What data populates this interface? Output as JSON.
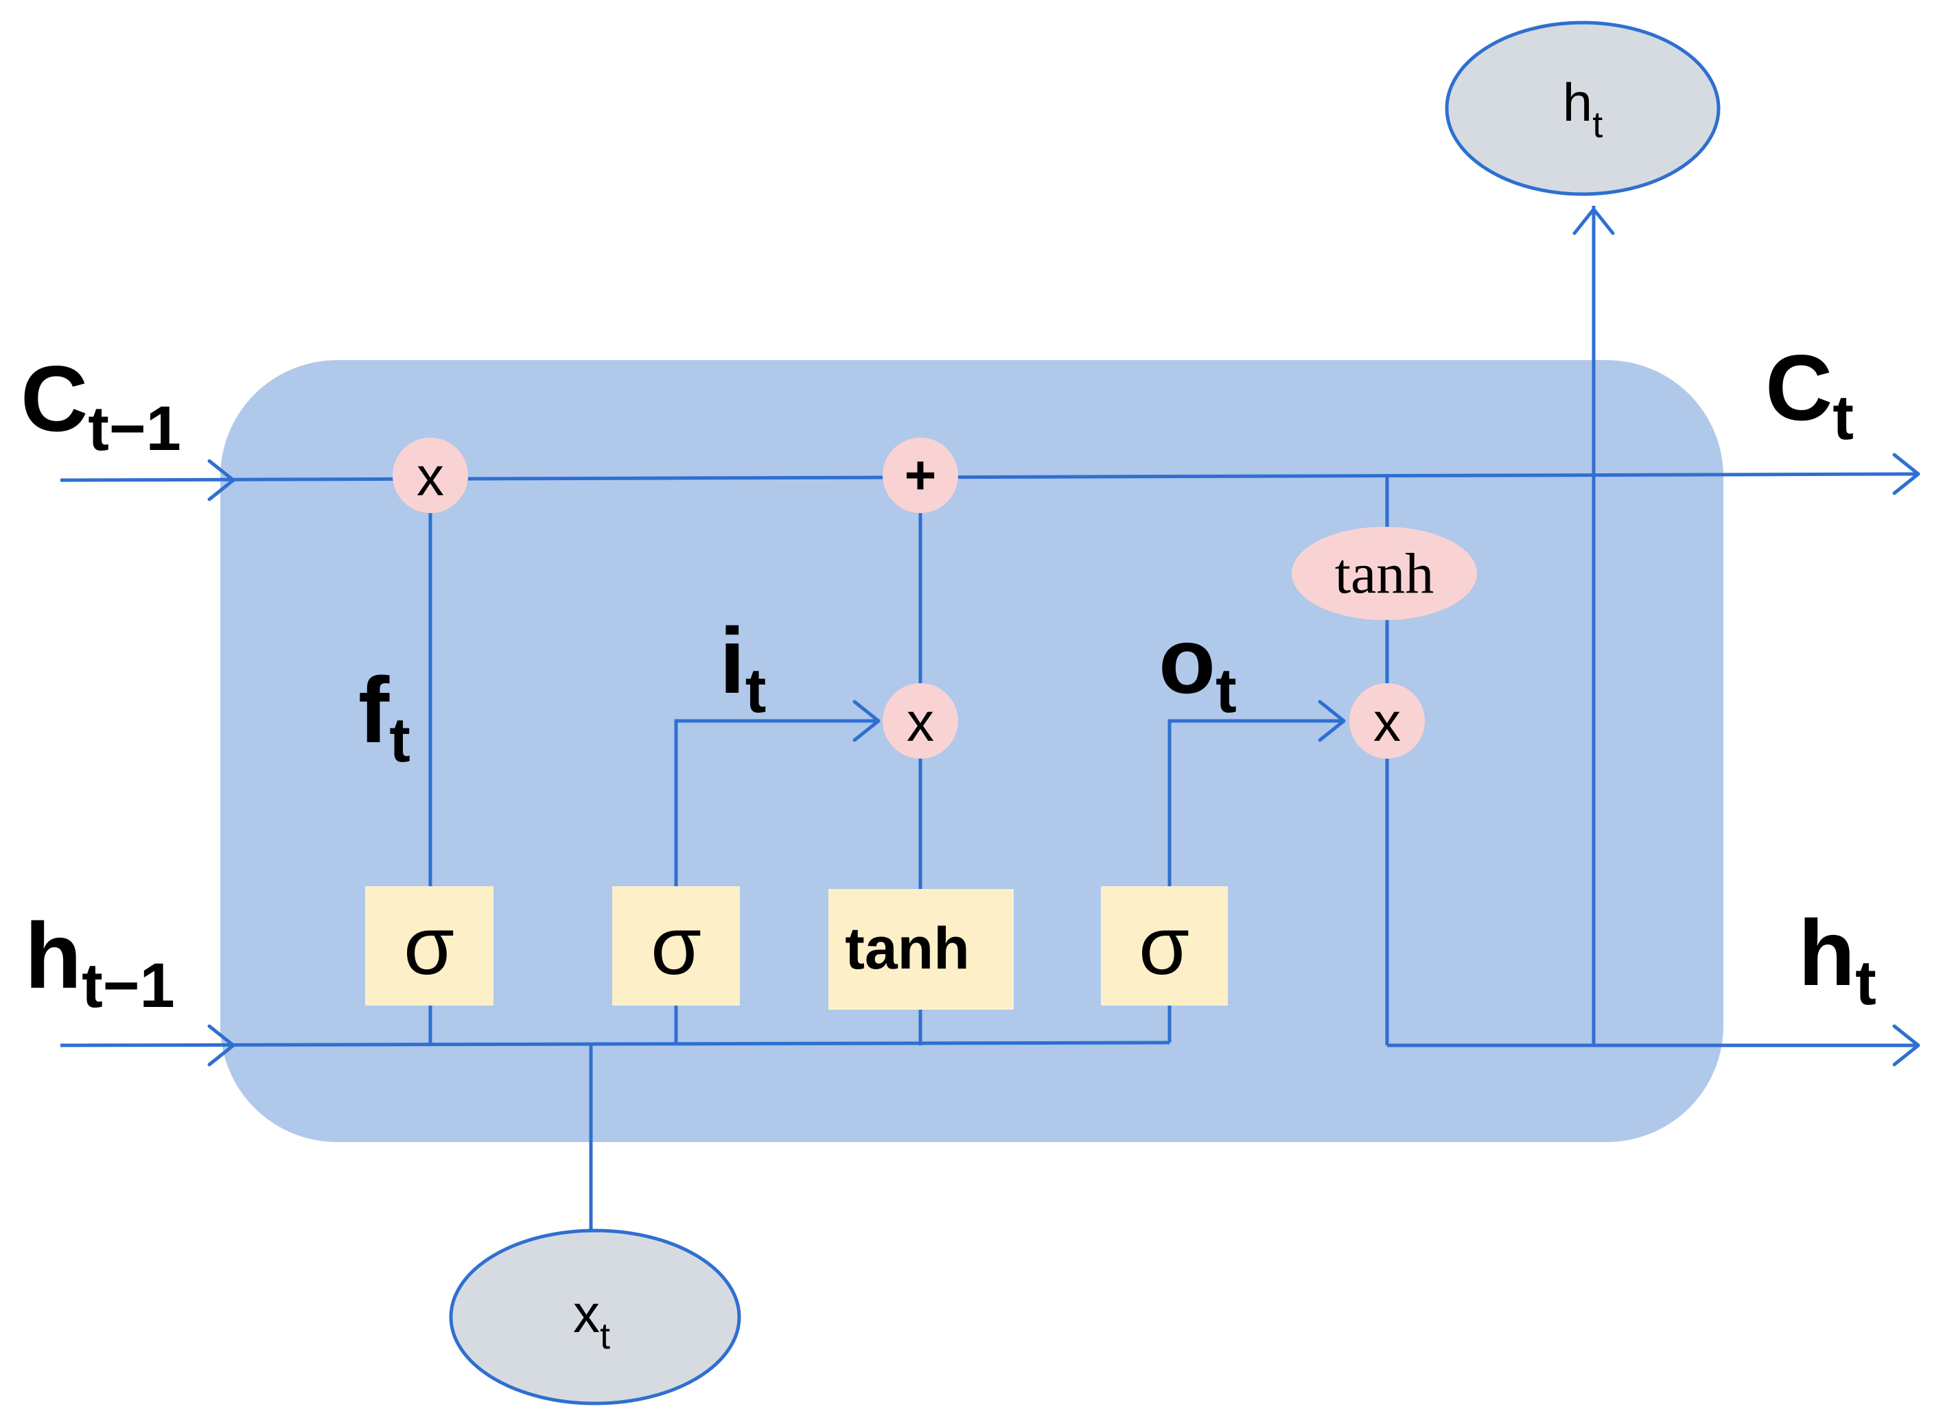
{
  "diagram": {
    "inputs": {
      "cell_prev": {
        "base": "C",
        "sub": "t−1"
      },
      "hidden_prev": {
        "base": "h",
        "sub": "t−1"
      },
      "x": {
        "base": "x",
        "sub": "t"
      }
    },
    "outputs": {
      "cell": {
        "base": "C",
        "sub": "t"
      },
      "hidden": {
        "base": "h",
        "sub": "t"
      },
      "hidden_top": {
        "base": "h",
        "sub": "t"
      }
    },
    "gate_labels": {
      "forget": {
        "base": "f",
        "sub": "t"
      },
      "input": {
        "base": "i",
        "sub": "t"
      },
      "output": {
        "base": "o",
        "sub": "t"
      }
    },
    "operators": {
      "forget_mul": "x",
      "cell_add": "+",
      "input_mul": "x",
      "output_mul": "x"
    },
    "gates": {
      "forget_sigma": "σ",
      "input_sigma": "σ",
      "candidate_tanh": "tanh",
      "output_sigma": "σ"
    },
    "cell_tanh": "tanh",
    "colors": {
      "cell_background": "#b0c8ea",
      "wire": "#2f6fd1",
      "operator_fill": "#f9d3d3",
      "gate_fill": "#fdf0c8",
      "io_node_fill": "#d6dbe2"
    }
  }
}
